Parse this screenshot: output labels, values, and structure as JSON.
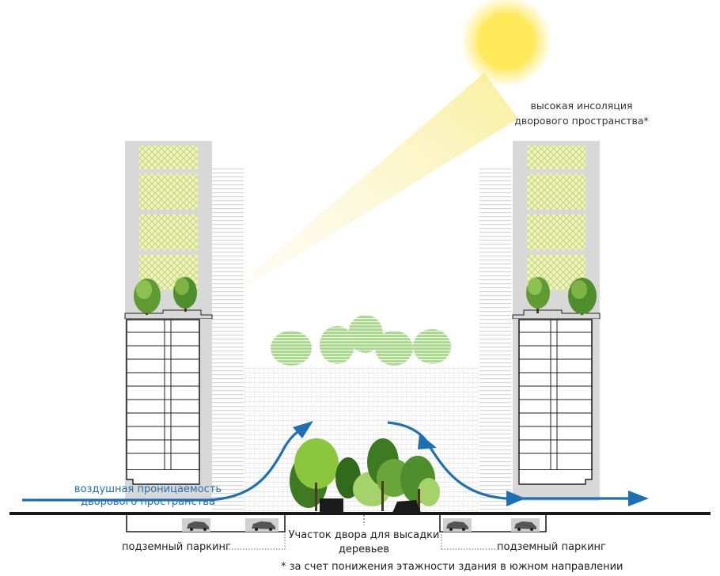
{
  "labels": {
    "insolation": [
      "высокая инсоляция",
      "дворового пространства*"
    ],
    "air_permeability": [
      "воздушная проницаемость",
      "дворового пространства"
    ],
    "yard_plot": [
      "Участок двора для высадки",
      "деревьев"
    ],
    "parking_left": "подземный паркинг",
    "parking_right": "подземный паркинг",
    "footnote": "* за счет понижения этажности здания в южном направлении"
  },
  "colors": {
    "sun": "#ffe95a",
    "sun_ray": "#fbf3c2",
    "air_arrow": "#1f6fb4",
    "building_outline": "#222222",
    "tower_panel": "#d9d9d9",
    "green_panel": "#e9efb0",
    "tree_dark": "#4f8e2c",
    "tree_light": "#8bc34a",
    "ground": "#1a1a1a"
  },
  "icons": {
    "sun": "sun-icon",
    "tree": "tree-icon",
    "car": "car-icon",
    "arrow": "arrow-right-icon"
  }
}
